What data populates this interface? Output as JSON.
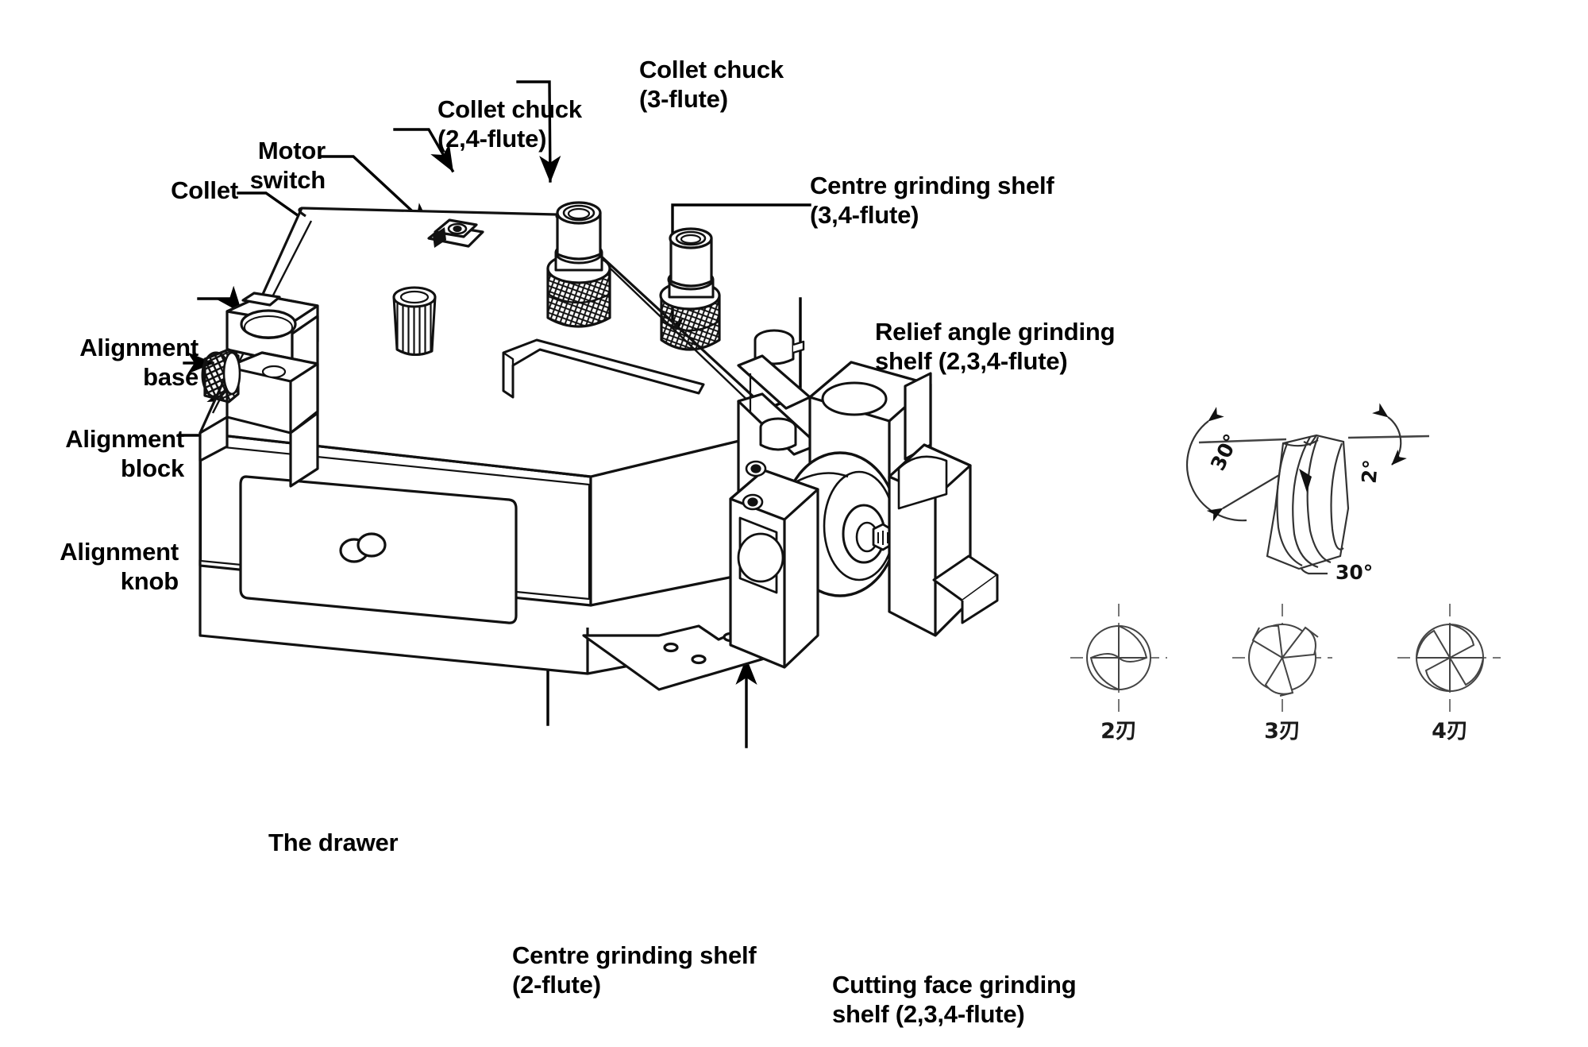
{
  "figure": {
    "kind": "exploded-parts-diagram",
    "subject": "End mill grinder / cutter sharpener",
    "background_color": "#ffffff",
    "line_color": "#000000",
    "hatch_color": "#555555"
  },
  "callouts": [
    {
      "id": "motor-switch",
      "text": "Motor switch"
    },
    {
      "id": "collet",
      "text": "Collet"
    },
    {
      "id": "alignment-base",
      "text": "Alignment base"
    },
    {
      "id": "alignment-block",
      "text": "Alignment block"
    },
    {
      "id": "alignment-knob",
      "text": "Alignment knob"
    },
    {
      "id": "collet-chuck-24",
      "text": "Collet chuck\n(2,4-flute)"
    },
    {
      "id": "collet-chuck-3",
      "text": "Collet chuck\n(3-flute)"
    },
    {
      "id": "centre-grinding-34",
      "text": "Centre grinding shelf\n(3,4-flute)"
    },
    {
      "id": "relief-angle-shelf",
      "text": "Relief angle grinding\nshelf (2,3,4-flute)"
    },
    {
      "id": "the-drawer",
      "text": "The drawer"
    },
    {
      "id": "centre-grinding-2",
      "text": "Centre grinding shelf\n(2-flute)"
    },
    {
      "id": "cutting-face-shelf",
      "text": "Cutting face grinding\nshelf (2,3,4-flute)"
    }
  ],
  "angle_detail": {
    "title_present": false,
    "labels": [
      {
        "id": "angle-left",
        "text": "30°"
      },
      {
        "id": "angle-right",
        "text": "2°"
      },
      {
        "id": "angle-bottom",
        "text": "30°"
      }
    ]
  },
  "flute_sections": [
    {
      "id": "flute-2",
      "label": "2刃",
      "flutes": 2
    },
    {
      "id": "flute-3",
      "label": "3刃",
      "flutes": 3
    },
    {
      "id": "flute-4",
      "label": "4刃",
      "flutes": 4
    }
  ]
}
